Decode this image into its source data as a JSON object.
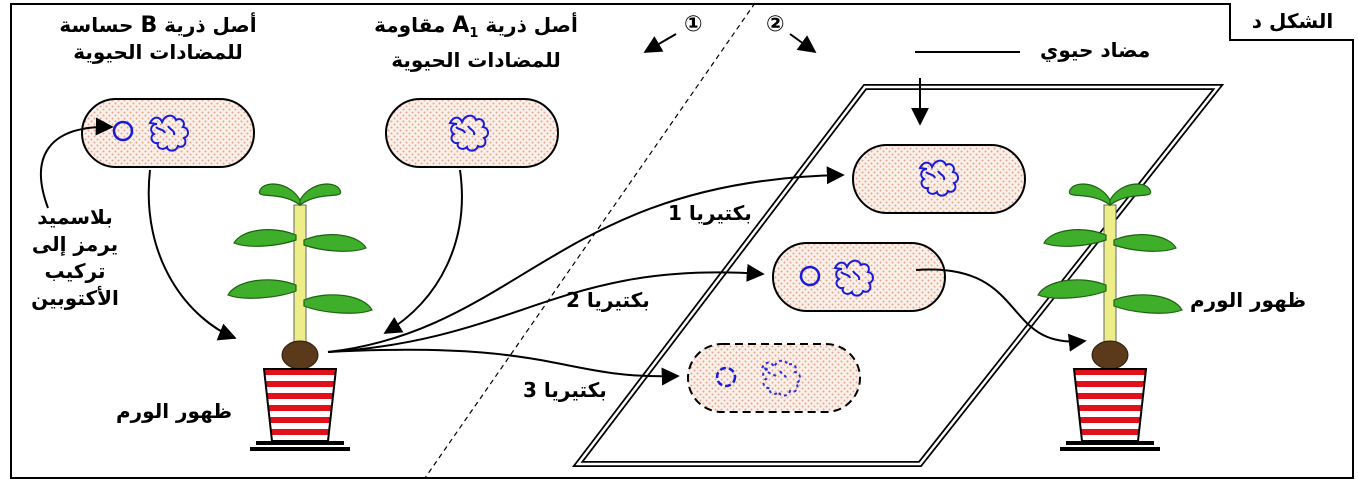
{
  "figure_label": "الشكل د",
  "strain_b": {
    "line1_prefix": "أصل ذرية ",
    "line1_letter": "B",
    "line1_suffix": " حساسة",
    "line2": "للمضادات الحيوية"
  },
  "strain_a1": {
    "line1_prefix": "أصل ذرية ",
    "line1_letter": "A",
    "line1_sub": "1",
    "line1_suffix": " مقاومة",
    "line2": "للمضادات الحيوية"
  },
  "plasmid_note": [
    "بلاسميد",
    "يرمز إلى",
    "تركيب",
    "الأكتوبين"
  ],
  "tumor_left": "ظهور الورم",
  "tumor_right": "ظهور الورم",
  "antibiotic": "مضاد حيوي",
  "bacteria_1": "بكتيريا 1",
  "bacteria_2": "بكتيريا 2",
  "bacteria_3": "بكتيريا 3",
  "marker_1": "①",
  "marker_2": "②",
  "colors": {
    "dna": "#1a1adb",
    "cell_fill": "#f7e3d8",
    "pot_red": "#e0111b",
    "leaf": "#3fae2a",
    "stem": "#eeee88"
  }
}
